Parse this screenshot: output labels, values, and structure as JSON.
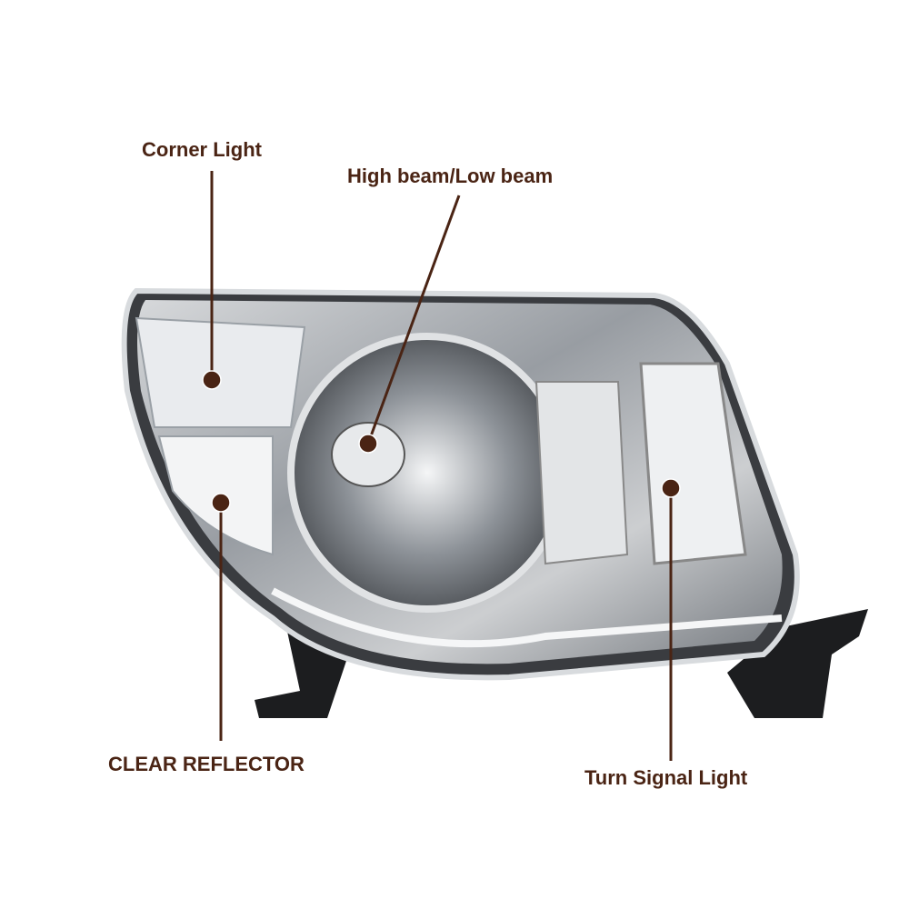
{
  "colors": {
    "annotation": "#4a2414",
    "chrome": "#c9cdd2",
    "housing": "#2b2d30"
  },
  "labels": {
    "corner_light": "Corner Light",
    "high_low_beam": "High beam/Low beam",
    "clear_reflector": "CLEAR REFLECTOR",
    "turn_signal": "Turn Signal Light"
  }
}
